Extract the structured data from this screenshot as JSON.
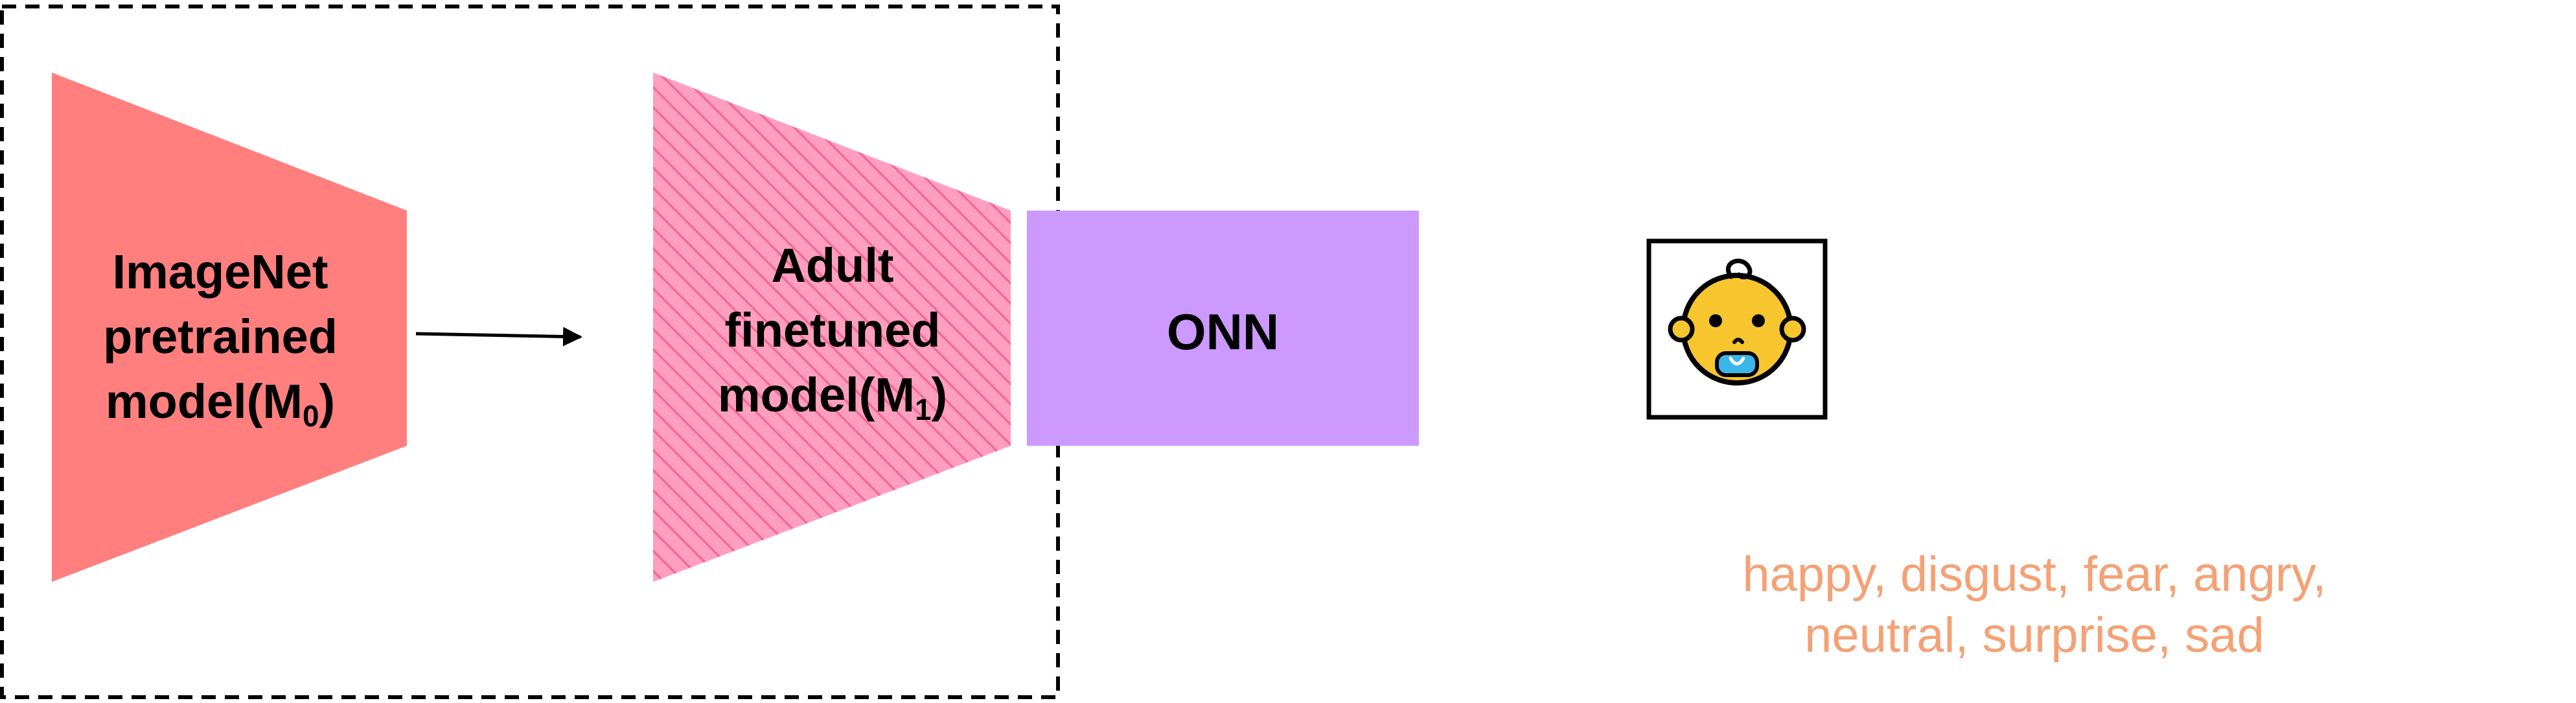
{
  "diagram": {
    "pretrained_model": {
      "line1": "ImageNet",
      "line2": "pretrained",
      "line3_main": "model(M",
      "line3_sub": "0",
      "line3_end": ")"
    },
    "finetuned_model": {
      "line1": "Adult",
      "line2": "finetuned",
      "line3_main": "model(M",
      "line3_sub": "1",
      "line3_end": ")"
    },
    "onn": {
      "label": "ONN"
    },
    "input_icon": {
      "icon": "baby-face-icon"
    },
    "emotions": {
      "line1": "happy, disgust, fear, angry,",
      "line2": "neutral, surprise, sad"
    },
    "colors": {
      "pretrained_fill": "#ff7f7f",
      "finetuned_fill": "#ff9fc0",
      "finetuned_hatch": "#f26a9b",
      "onn_fill": "#cc99ff",
      "emotion_text": "#f4a175",
      "baby_face": "#f7c52e",
      "baby_pacifier": "#3ab7e8"
    }
  }
}
